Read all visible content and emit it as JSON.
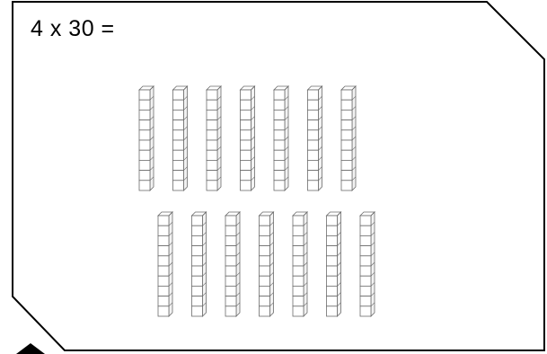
{
  "equation": {
    "text": "4 x 30 ="
  },
  "rods": {
    "rows": [
      {
        "count": 7
      },
      {
        "count": 7
      }
    ],
    "cubes_per_rod": 10
  },
  "colors": {
    "outline": "#000000",
    "cube_edge": "#6b6b6b",
    "cube_face": "#ffffff"
  },
  "icons": {
    "corner_marker": "triangle-up-icon"
  }
}
